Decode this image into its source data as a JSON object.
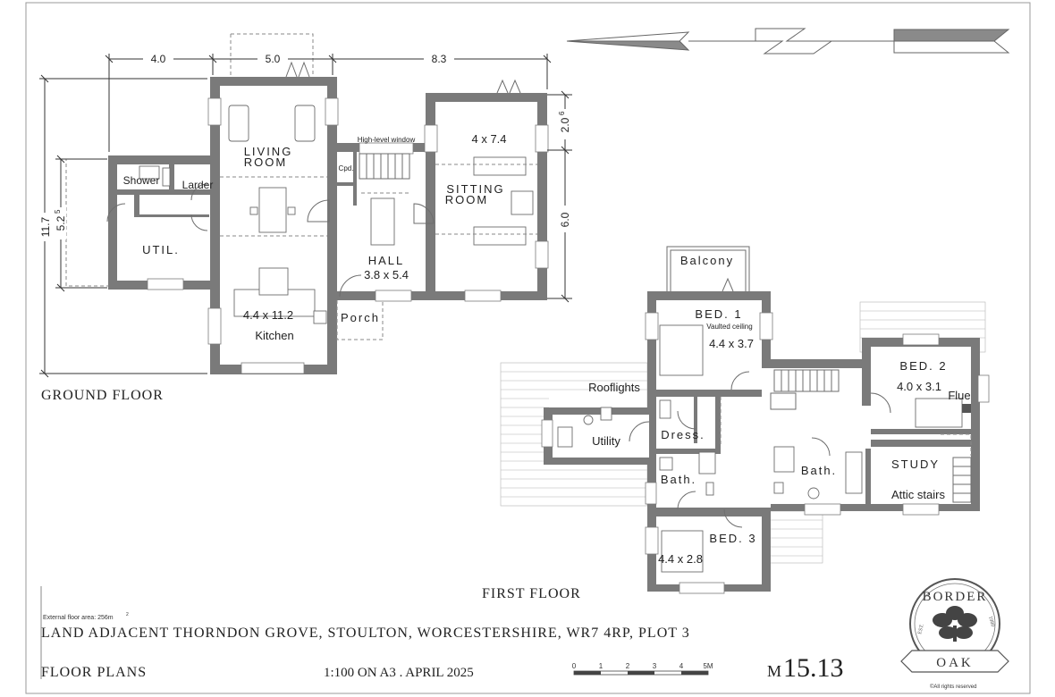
{
  "plan": {
    "ground_floor_title": "GROUND FLOOR",
    "first_floor_title": "FIRST FLOOR",
    "ground_rooms": {
      "living": "LIVING",
      "living2": "ROOM",
      "sitting_dims": "4 x 7.4",
      "sitting": "SITTING",
      "sitting2": "ROOM",
      "shower": "Shower",
      "larder": "Larder",
      "util": "UTIL.",
      "cpd": "Cpd.",
      "high_level_window": "High-level window",
      "hall": "HALL",
      "hall_dims": "3.8 x 5.4",
      "kitchen_dims": "4.4 x 11.2",
      "kitchen": "Kitchen",
      "porch": "Porch"
    },
    "first_rooms": {
      "balcony": "Balcony",
      "bed1": "BED. 1",
      "vaulted": "Vaulted ceiling",
      "bed1_dims": "4.4 x 3.7",
      "bed2": "BED. 2",
      "bed2_dims": "4.0 x 3.1",
      "flue": "Flue",
      "rooflights": "Rooflights",
      "utility": "Utility",
      "dress": "Dress.",
      "bath_a": "Bath.",
      "bath_b": "Bath.",
      "study": "STUDY",
      "attic_stairs": "Attic stairs",
      "bed3": "BED. 3",
      "bed3_dims": "4.4 x 2.8"
    },
    "dimensions": {
      "top_a": "4.0",
      "top_b": "5.0",
      "top_c": "8.3",
      "left_outer": "11.7",
      "left_inner": "5.2",
      "left_inner_sup": "5",
      "right_top": "2.0",
      "right_top_sup": "6",
      "right_main": "6.0"
    }
  },
  "title_block": {
    "floor_area": "External floor area: 256m",
    "floor_area_sup": "2",
    "address": "LAND ADJACENT THORNDON GROVE, STOULTON, WORCESTERSHIRE, WR7 4RP, PLOT 3",
    "sheet_title": "FLOOR PLANS",
    "scale_date": "1:100 ON A3 . APRIL 2025",
    "scale_ticks": [
      "0",
      "1",
      "2",
      "3",
      "4",
      "5M"
    ],
    "drawing_prefix": "M",
    "drawing_number": "15.13",
    "copyright": "©All rights reserved"
  },
  "logo": {
    "top_text": "BORDER",
    "bottom_text": "OAK",
    "est": "EST.",
    "year": "1980"
  }
}
